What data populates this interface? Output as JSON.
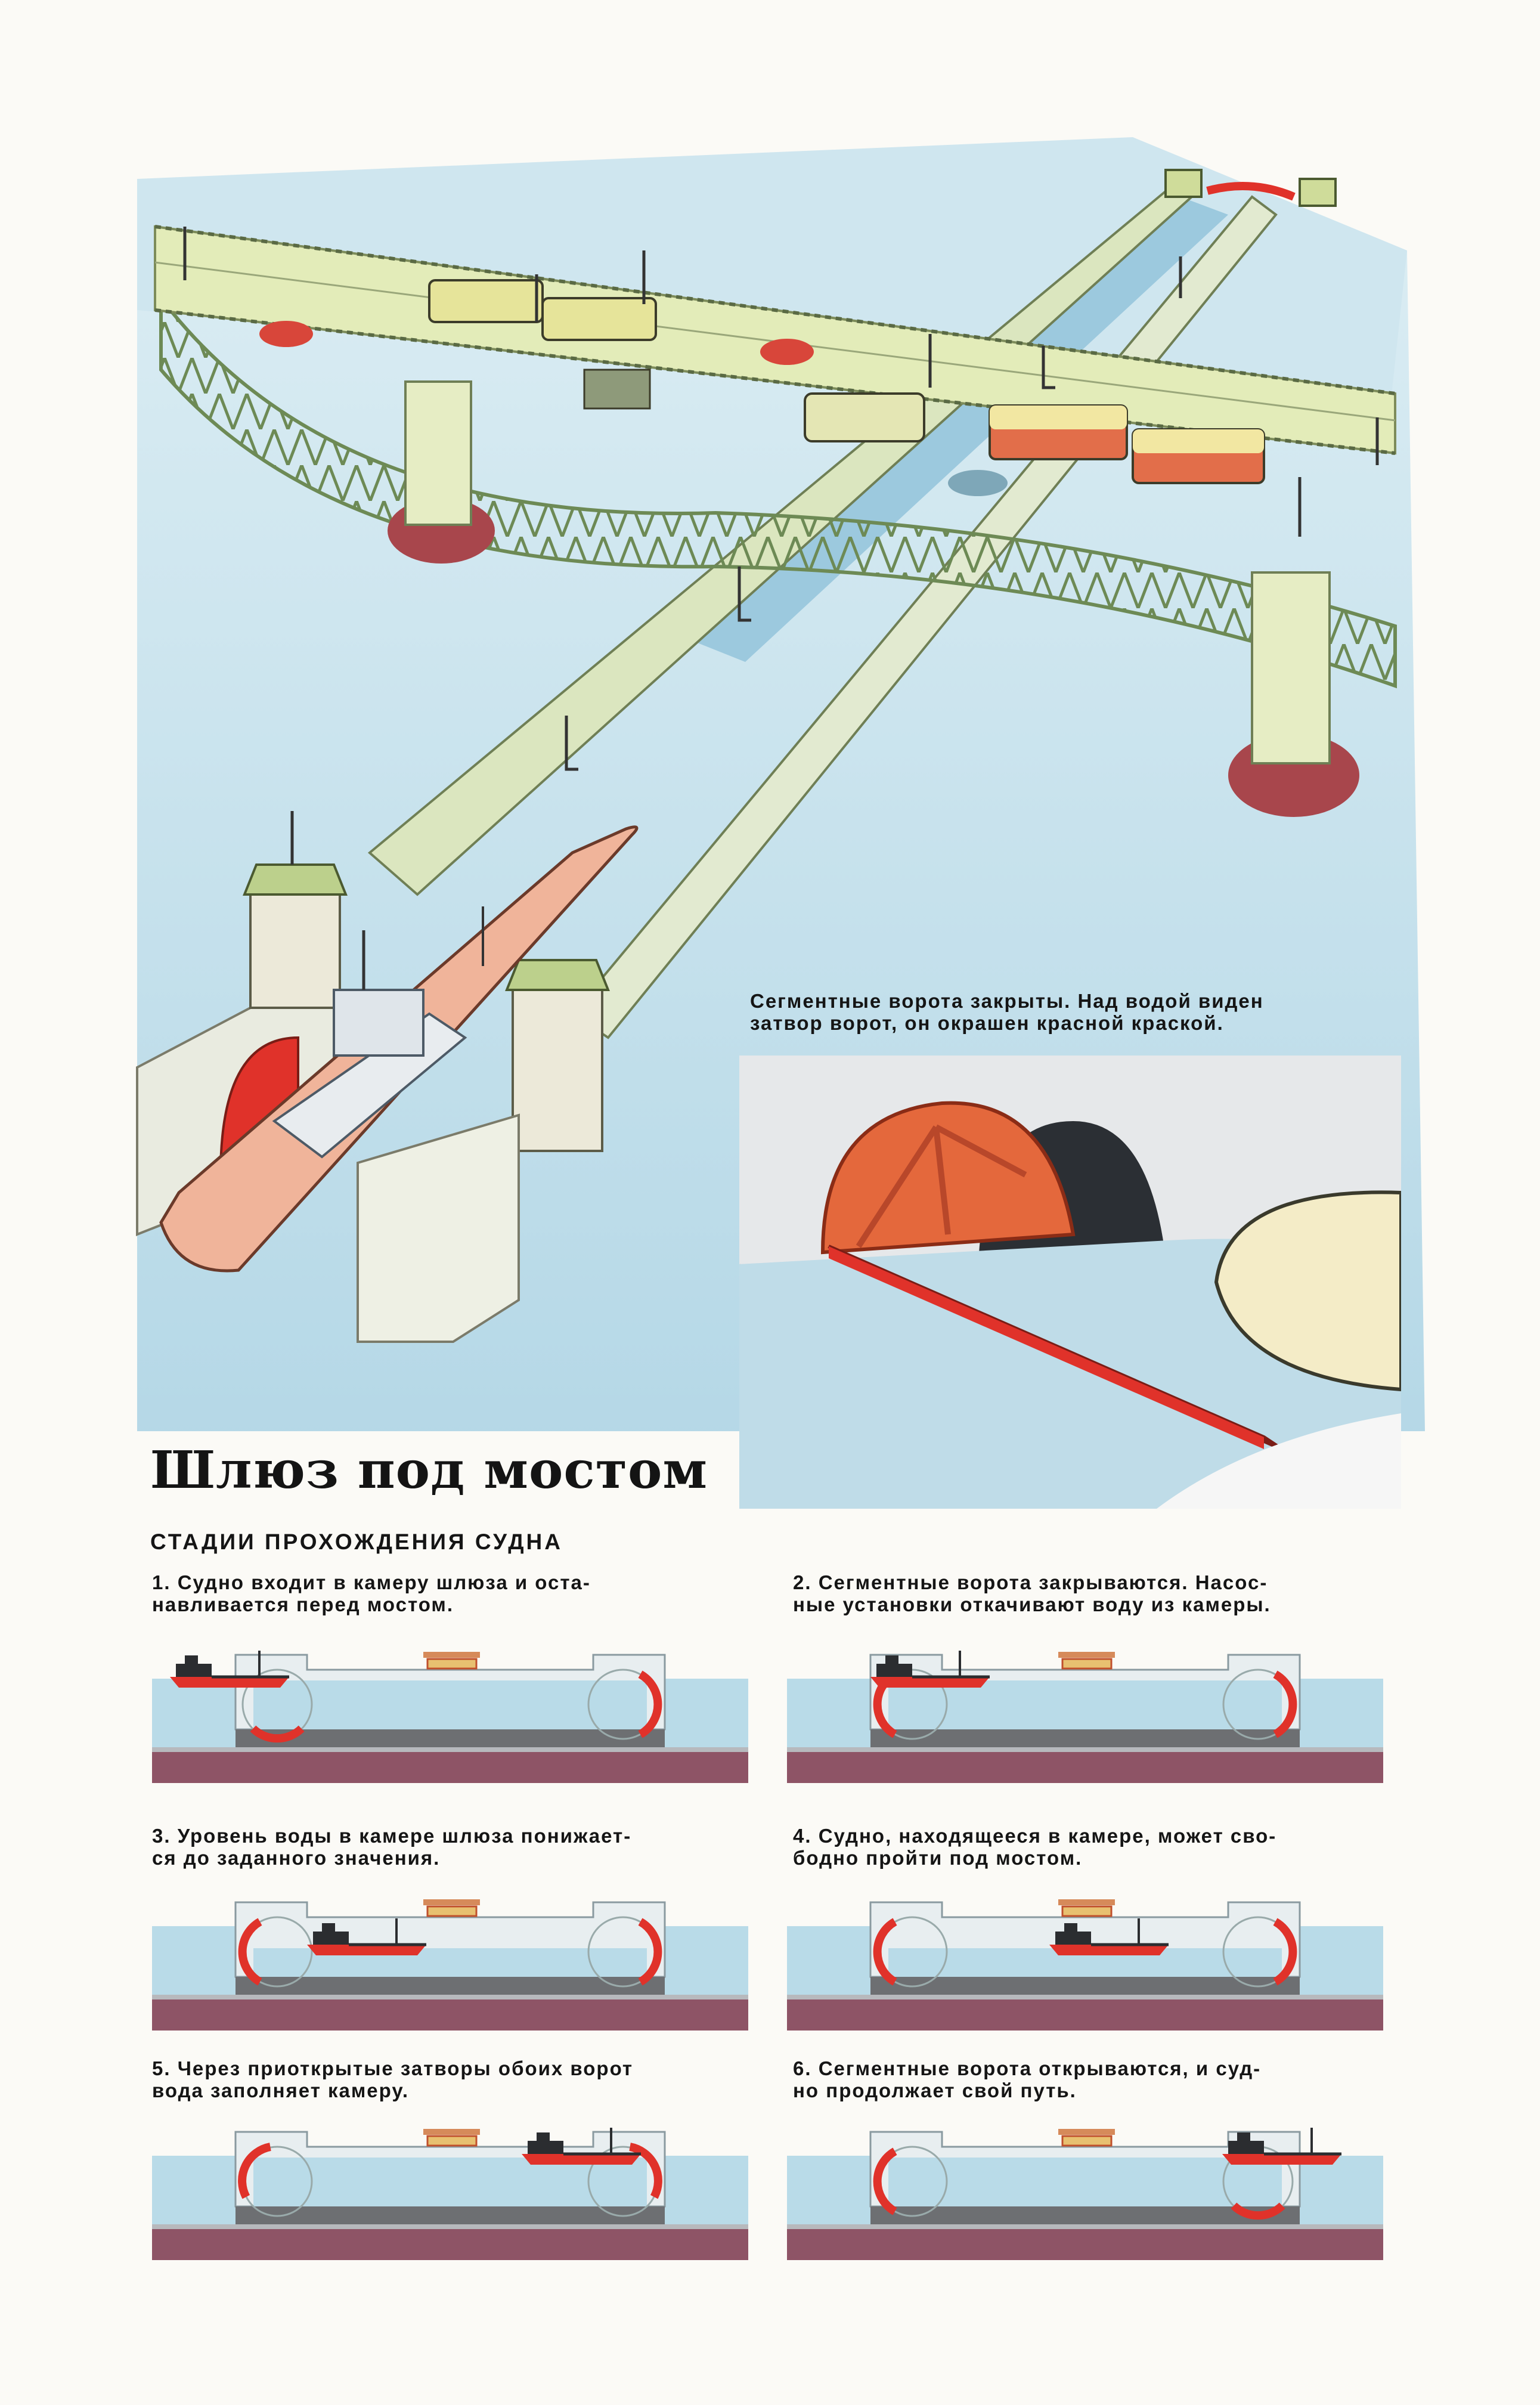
{
  "illustration": {
    "caption_line1": "Сегментные ворота закрыты. Над водой виден",
    "caption_line2": "затвор ворот, он окрашен красной краской."
  },
  "heading": {
    "title": "Шлюз под мостом",
    "subtitle": "СТАДИИ ПРОХОЖДЕНИЯ СУДНА"
  },
  "stages": [
    {
      "line1": "1. Судно входит в камеру шлюза и оста-",
      "line2": "навливается перед мостом."
    },
    {
      "line1": "2. Сегментные ворота закрываются. Насос-",
      "line2": "ные установки откачивают воду из камеры."
    },
    {
      "line1": "3. Уровень воды в камере шлюза понижает-",
      "line2": "ся до заданного значения."
    },
    {
      "line1": "4. Судно, находящееся в камере, может сво-",
      "line2": "бодно пройти под мостом."
    },
    {
      "line1": "5. Через приоткрытые затворы обоих ворот",
      "line2": "вода заполняет камеру."
    },
    {
      "line1": "6. Сегментные ворота открываются, и суд-",
      "line2": "но продолжает свой путь."
    }
  ],
  "colors": {
    "water": "#b9dbe8",
    "gate_red": "#e0322a",
    "bridge": "#dfe8b4",
    "ground": "#8e5466",
    "hull": "#f0b49a"
  }
}
